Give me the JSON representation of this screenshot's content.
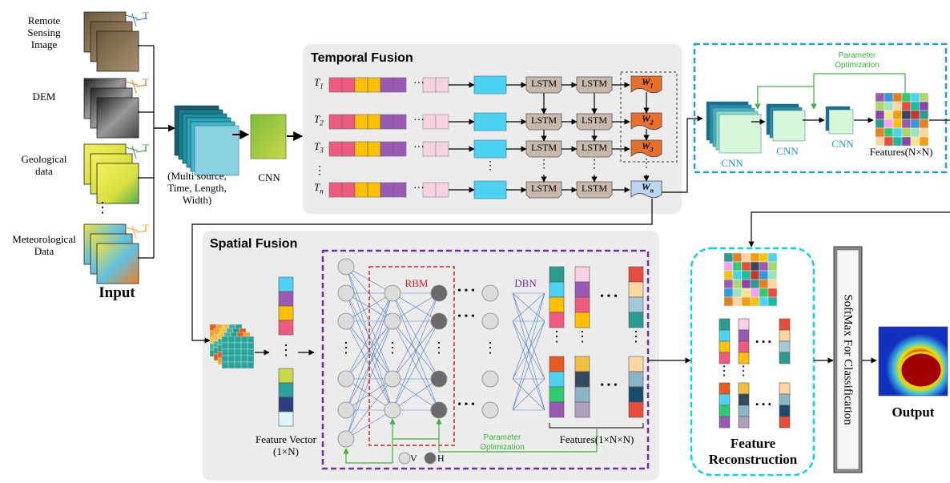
{
  "input": {
    "items": [
      {
        "label": "Remote\nSensing\nImage",
        "t": "T",
        "t_color": "#2b6fd6"
      },
      {
        "label": "DEM",
        "t": "T",
        "t_color": "#e07b2a"
      },
      {
        "label": "Geological\ndata",
        "t": "T",
        "t_color": "#3a9a3a"
      },
      {
        "label": "Meteorological\nData",
        "t": "T",
        "t_color": "#e0b020"
      }
    ],
    "dots": "⋮",
    "title": "Input"
  },
  "stack_caption": "(Multi source,\nTime, Length,\nWidth)",
  "cnn_label": "CNN",
  "temporal": {
    "title": "Temporal Fusion",
    "rows": [
      {
        "t": "T",
        "sub": "1",
        "w_sub": "1"
      },
      {
        "t": "T",
        "sub": "2",
        "w_sub": "2"
      },
      {
        "t": "T",
        "sub": "3",
        "w_sub": "3"
      },
      {
        "t": "T",
        "sub": "n",
        "w_sub": "n"
      }
    ],
    "lstm_label": "LSTM",
    "w_label": "W",
    "ellipsis": "…",
    "vdots": "⋮",
    "row_dots": "…"
  },
  "param_box": {
    "title": "Parameter\nOptimization",
    "cnn_labels": [
      "CNN",
      "CNN",
      "CNN"
    ],
    "features_label": "Features(N×N)"
  },
  "spatial": {
    "title": "Spatial Fusion",
    "feature_vector": "Feature Vector\n(1×N)",
    "rbm": "RBM",
    "dbn": "DBN",
    "param_opt": "Parameter\nOptimization",
    "legend_v": "V",
    "legend_h": "H",
    "features_label": "Features(1×N×N)"
  },
  "reconstruction": {
    "title": "Feature\nReconstruction"
  },
  "softmax": {
    "label": "SoftMax For Classification"
  },
  "output": {
    "title": "Output"
  },
  "colors": {
    "panel": "#ececec",
    "cyan_box": "#1ea0dc",
    "purple_box": "#7030a0",
    "rbm_box": "#e02020",
    "recon_box": "#00d8e8",
    "seq_pink": "#ef5a80",
    "seq_yellow": "#ffc000",
    "seq_purple": "#9b59b6",
    "seq_light": "#f8d0e4",
    "cyan_cell": "#4cd3f2",
    "lstm": "#c9b8ac",
    "w_orange": "#e8702a",
    "w_blue": "#bcd6f2"
  }
}
